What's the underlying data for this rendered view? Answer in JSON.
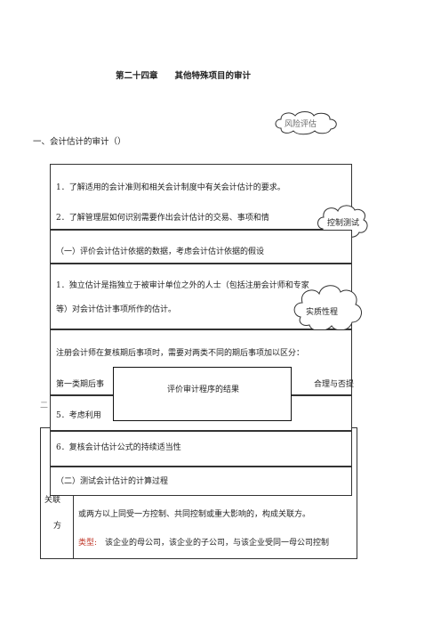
{
  "title": "第二十四章　　其他特殊项目的审计",
  "section1": "一、会计估计的审计（）",
  "cloud_risk": "风险评估",
  "cloud_control": "控制测试",
  "cloud_substantive": "实质性程",
  "box1": {
    "line1": "1．了解适用的会计准则和相关会计制度中有关会计估计的要求。",
    "line2": "2．了解管理层如何识别需要作出会计估计的交易、事项和情"
  },
  "box2": {
    "line1": "（一）评价会计估计依据的数据，考虑会计估计依据的假设"
  },
  "box3": {
    "line1": "1．独立估计是指独立于被审计单位之外的人士（包括注册会计师和专家",
    "line2": "等）对会计估计事项所作的估计。"
  },
  "box4": {
    "line1": "注册会计师在复核期后事项时，需要对两类不同的期后事项加以区分：",
    "line2_left": "第一类期后事",
    "line2_right": "合理与否提"
  },
  "overlay_box": "评价审计程序的结果",
  "left_mark": "二",
  "item5": "5．考虑利用",
  "item6": "6．复核会计估计公式的持续适当性",
  "item_b": "（二）测试会计估计的计算过程",
  "table": {
    "label_line1": "关联",
    "label_line2": "方",
    "def_text": "或两方以上同受一方控制、共同控制或重大影响的，构成关联方。",
    "type_label": "类型:",
    "type_text": "该企业的母公司，该企业的子公司，与该企业受同一母公司控制"
  }
}
